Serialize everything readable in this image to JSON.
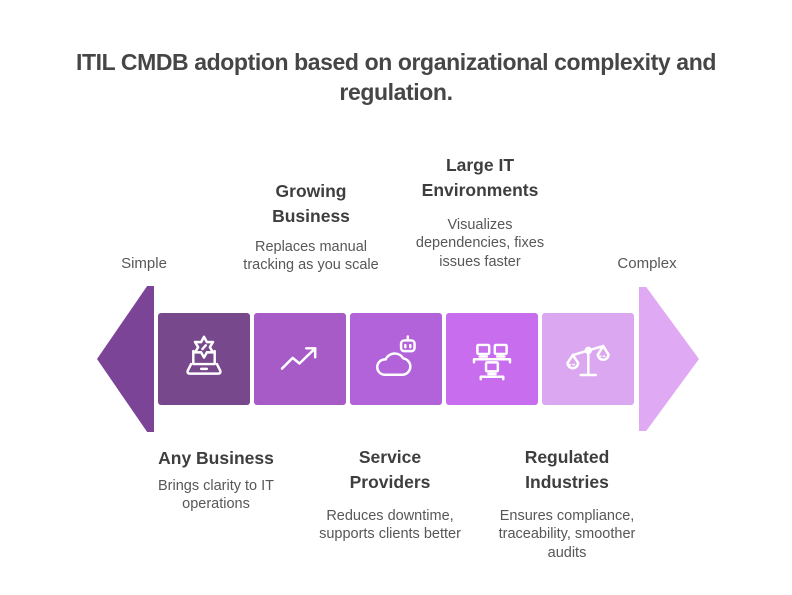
{
  "title": "ITIL CMDB adoption based on organizational complexity and regulation.",
  "flow": {
    "left_label": "Simple",
    "right_label": "Complex",
    "left_arrow_color": "#7C4497",
    "right_arrow_color": "#DFA9F4",
    "direction": "simple-to-complex"
  },
  "segments": [
    {
      "heading": "Any Business",
      "description": "Brings clarity to IT operations",
      "icon": "laptop-gear-icon",
      "color": "#78488D",
      "label_position": "below"
    },
    {
      "heading": "Growing Business",
      "description": "Replaces manual tracking as you scale",
      "icon": "trend-up-icon",
      "color": "#A65BC6",
      "label_position": "above"
    },
    {
      "heading": "Service Providers",
      "description": "Reduces downtime, supports clients better",
      "icon": "cloud-robot-icon",
      "color": "#B263D9",
      "label_position": "below"
    },
    {
      "heading": "Large IT Environments",
      "description": "Visualizes dependencies, fixes issues faster",
      "icon": "network-monitors-icon",
      "color": "#C76DEE",
      "label_position": "above"
    },
    {
      "heading": "Regulated Industries",
      "description": "Ensures compliance, traceability, smoother audits",
      "icon": "balance-scale-icon",
      "color": "#DBA7F0",
      "label_position": "below"
    }
  ],
  "text_colors": {
    "title": "#464646",
    "heading": "#3E3E3E",
    "body": "#575757",
    "axis": "#575757"
  }
}
